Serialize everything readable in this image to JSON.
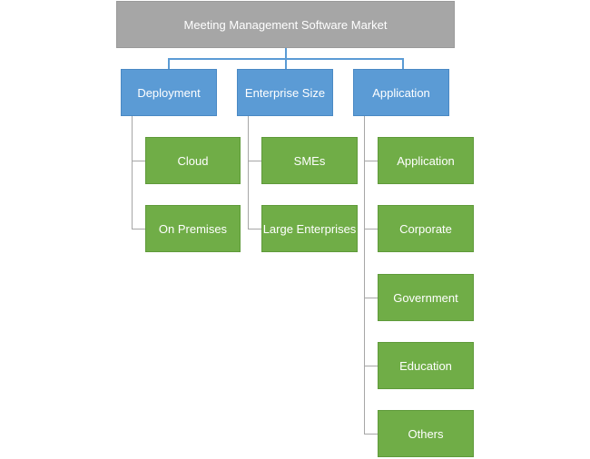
{
  "diagram": {
    "root": "Meeting Management Software Market",
    "categories": [
      {
        "label": "Deployment",
        "items": [
          "Cloud",
          "On Premises"
        ]
      },
      {
        "label": "Enterprise Size",
        "items": [
          "SMEs",
          "Large Enterprises"
        ]
      },
      {
        "label": "Application",
        "items": [
          "Application",
          "Corporate",
          "Government",
          "Education",
          "Others"
        ]
      }
    ],
    "colors": {
      "root": "#a6a6a6",
      "category": "#5b9bd5",
      "leaf": "#70ad47",
      "connector_top": "#5b9bd5",
      "connector_side": "#a6a6a6"
    }
  }
}
